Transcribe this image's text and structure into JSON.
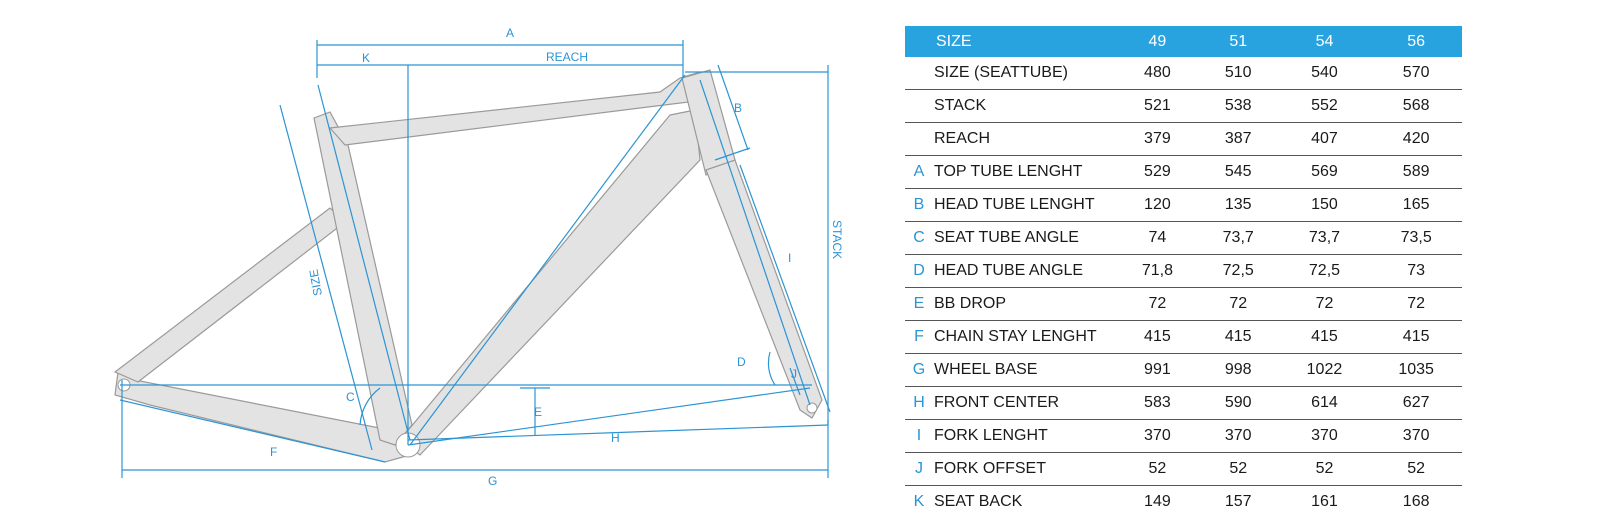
{
  "diagram": {
    "labels": {
      "A": "A",
      "K": "K",
      "reach": "REACH",
      "B": "B",
      "stack": "STACK",
      "size": "SIZE",
      "I": "I",
      "D": "D",
      "J": "J",
      "C": "C",
      "E": "E",
      "F": "F",
      "H": "H",
      "G": "G"
    }
  },
  "table": {
    "header": {
      "label": "SIZE",
      "sizes": [
        "49",
        "51",
        "54",
        "56"
      ]
    },
    "rows": [
      {
        "letter": "",
        "label": "SIZE (SEATTUBE)",
        "values": [
          "480",
          "510",
          "540",
          "570"
        ]
      },
      {
        "letter": "",
        "label": "STACK",
        "values": [
          "521",
          "538",
          "552",
          "568"
        ]
      },
      {
        "letter": "",
        "label": "REACH",
        "values": [
          "379",
          "387",
          "407",
          "420"
        ]
      },
      {
        "letter": "A",
        "label": "TOP TUBE LENGHT",
        "values": [
          "529",
          "545",
          "569",
          "589"
        ]
      },
      {
        "letter": "B",
        "label": "HEAD TUBE LENGHT",
        "values": [
          "120",
          "135",
          "150",
          "165"
        ]
      },
      {
        "letter": "C",
        "label": "SEAT TUBE ANGLE",
        "values": [
          "74",
          "73,7",
          "73,7",
          "73,5"
        ]
      },
      {
        "letter": "D",
        "label": "HEAD TUBE ANGLE",
        "values": [
          "71,8",
          "72,5",
          "72,5",
          "73"
        ]
      },
      {
        "letter": "E",
        "label": "BB DROP",
        "values": [
          "72",
          "72",
          "72",
          "72"
        ]
      },
      {
        "letter": "F",
        "label": "CHAIN STAY LENGHT",
        "values": [
          "415",
          "415",
          "415",
          "415"
        ]
      },
      {
        "letter": "G",
        "label": "WHEEL BASE",
        "values": [
          "991",
          "998",
          "1022",
          "1035"
        ]
      },
      {
        "letter": "H",
        "label": "FRONT CENTER",
        "values": [
          "583",
          "590",
          "614",
          "627"
        ]
      },
      {
        "letter": "I",
        "label": "FORK LENGHT",
        "values": [
          "370",
          "370",
          "370",
          "370"
        ]
      },
      {
        "letter": "J",
        "label": "FORK OFFSET",
        "values": [
          "52",
          "52",
          "52",
          "52"
        ]
      },
      {
        "letter": "K",
        "label": "SEAT BACK",
        "values": [
          "149",
          "157",
          "161",
          "168"
        ]
      }
    ]
  }
}
